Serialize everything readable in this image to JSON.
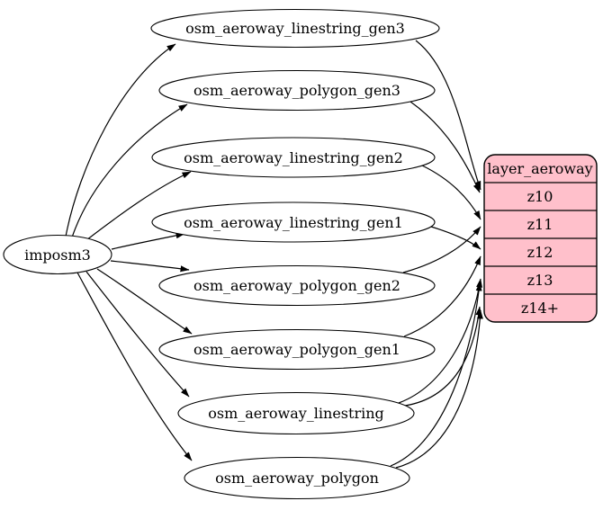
{
  "diagram": {
    "kind": "etl-graph",
    "source_node": {
      "label": "imposm3"
    },
    "table_nodes": [
      "osm_aeroway_linestring_gen3",
      "osm_aeroway_polygon_gen3",
      "osm_aeroway_linestring_gen2",
      "osm_aeroway_linestring_gen1",
      "osm_aeroway_polygon_gen2",
      "osm_aeroway_polygon_gen1",
      "osm_aeroway_linestring",
      "osm_aeroway_polygon"
    ],
    "layer_node": {
      "title": "layer_aeroway",
      "rows": [
        "z10",
        "z11",
        "z12",
        "z13",
        "z14+"
      ],
      "fill": "#ffc0cb",
      "stroke": "#000000"
    },
    "colors": {
      "edge": "#000000",
      "table_fill": "#ffffff",
      "table_stroke": "#000000",
      "background": "#ffffff"
    },
    "edges": [
      {
        "from": "imposm3",
        "to": "osm_aeroway_linestring_gen3"
      },
      {
        "from": "imposm3",
        "to": "osm_aeroway_polygon_gen3"
      },
      {
        "from": "imposm3",
        "to": "osm_aeroway_linestring_gen2"
      },
      {
        "from": "imposm3",
        "to": "osm_aeroway_linestring_gen1"
      },
      {
        "from": "imposm3",
        "to": "osm_aeroway_polygon_gen2"
      },
      {
        "from": "imposm3",
        "to": "osm_aeroway_polygon_gen1"
      },
      {
        "from": "imposm3",
        "to": "osm_aeroway_linestring"
      },
      {
        "from": "imposm3",
        "to": "osm_aeroway_polygon"
      },
      {
        "from": "osm_aeroway_linestring_gen3",
        "to": "layer_aeroway:z10"
      },
      {
        "from": "osm_aeroway_polygon_gen3",
        "to": "layer_aeroway:z10"
      },
      {
        "from": "osm_aeroway_linestring_gen2",
        "to": "layer_aeroway:z11"
      },
      {
        "from": "osm_aeroway_polygon_gen2",
        "to": "layer_aeroway:z11"
      },
      {
        "from": "osm_aeroway_linestring_gen1",
        "to": "layer_aeroway:z12"
      },
      {
        "from": "osm_aeroway_polygon_gen1",
        "to": "layer_aeroway:z12"
      },
      {
        "from": "osm_aeroway_linestring",
        "to": "layer_aeroway:z13"
      },
      {
        "from": "osm_aeroway_polygon",
        "to": "layer_aeroway:z13"
      },
      {
        "from": "osm_aeroway_linestring",
        "to": "layer_aeroway:z14+"
      },
      {
        "from": "osm_aeroway_polygon",
        "to": "layer_aeroway:z14+"
      }
    ]
  }
}
